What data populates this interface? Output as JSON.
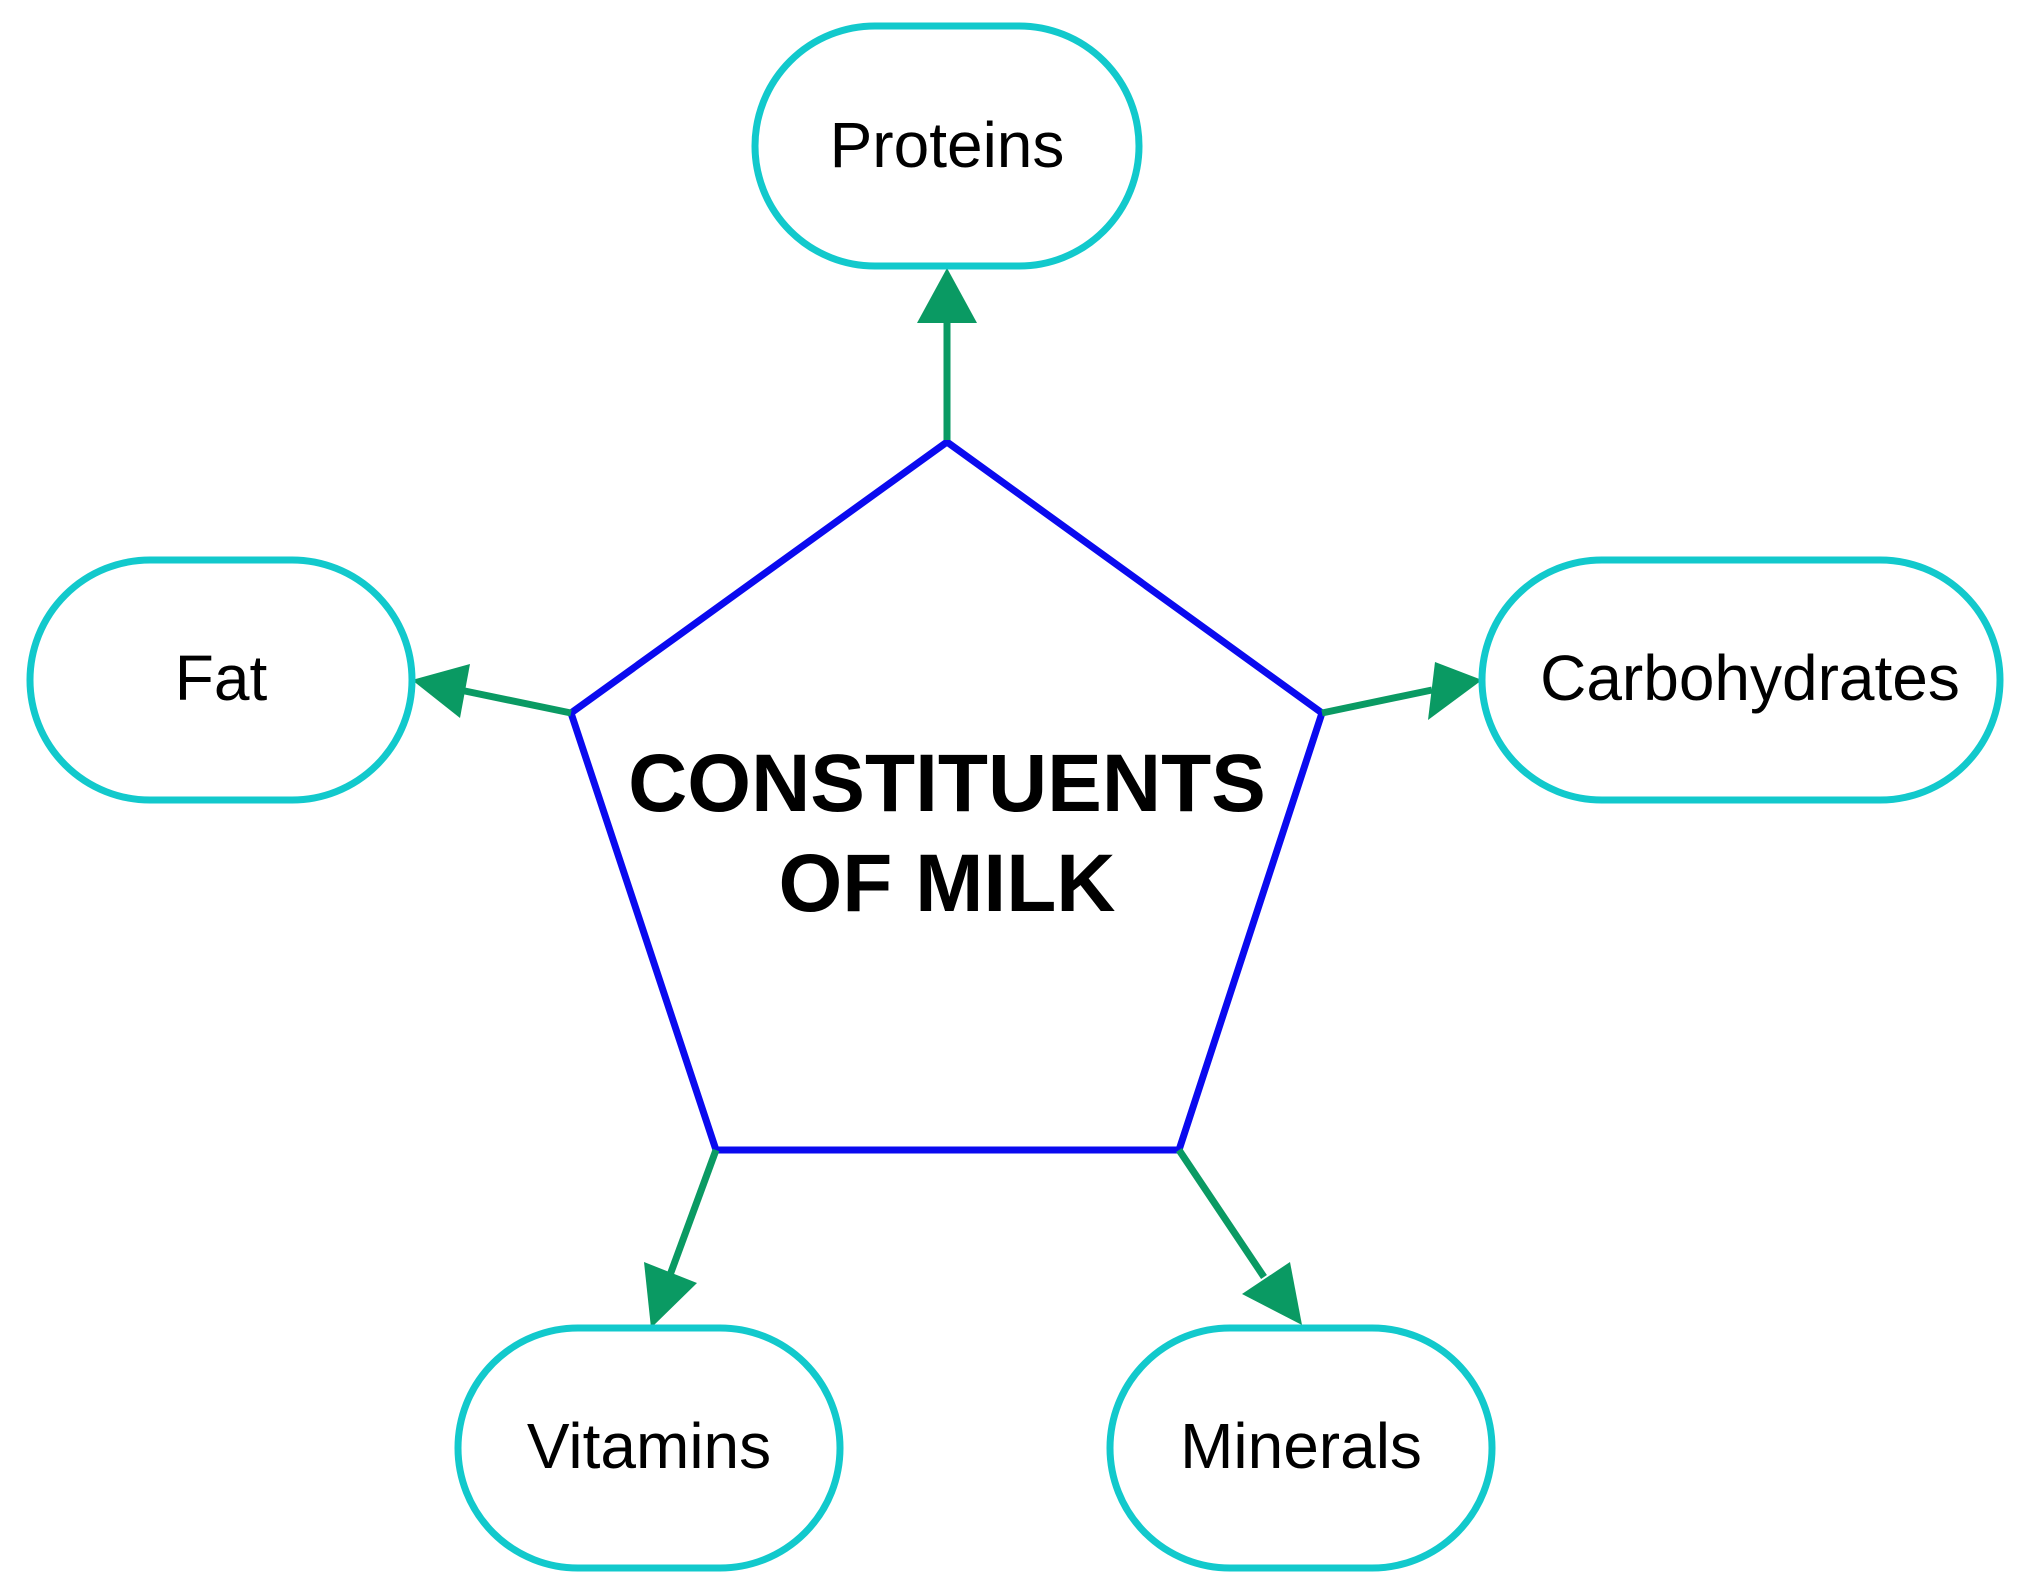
{
  "center": {
    "line1": "CONSTITUENTS",
    "line2": "OF MILK"
  },
  "nodes": {
    "proteins": "Proteins",
    "fat": "Fat",
    "carbohydrates": "Carbohydrates",
    "vitamins": "Vitamins",
    "minerals": "Minerals"
  },
  "colors": {
    "pentagon_stroke": "#0a0aef",
    "node_stroke": "#12c9cc",
    "arrow": "#0a9a63"
  }
}
